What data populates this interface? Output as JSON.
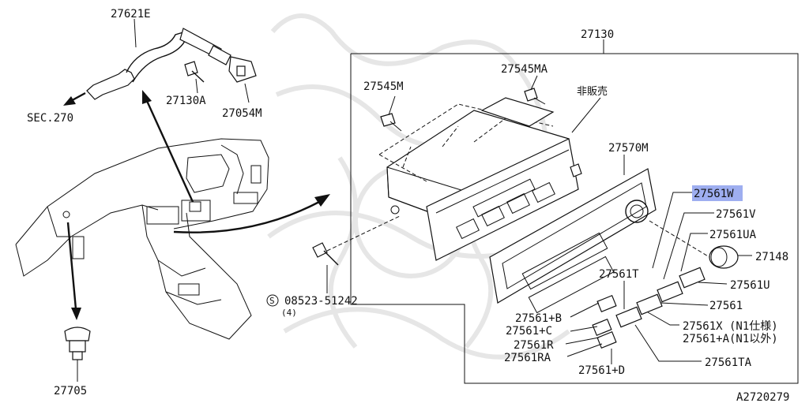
{
  "callouts": {
    "c27621E": "27621E",
    "c27130A": "27130A",
    "c27054M": "27054M",
    "sec270": "SEC.270",
    "c27130": "27130",
    "c27545MA": "27545MA",
    "c27545M": "27545M",
    "not_for_sale": "非販売",
    "c27570M": "27570M",
    "c27561W_num": "27561",
    "c27561W_suffix": "W",
    "c27561V": "27561V",
    "c27561UA": "27561UA",
    "c27148": "27148",
    "c27561U": "27561U",
    "c27561": "27561",
    "c27561X": "27561X (N1仕様)",
    "c27561A": "27561+A(N1以外)",
    "c27561T": "27561T",
    "c27561TA": "27561TA",
    "c27561B": "27561+B",
    "c27561C": "27561+C",
    "c27561R": "27561R",
    "c27561RA": "27561RA",
    "c27561D": "27561+D",
    "screw_symbol": "S",
    "screw_code": "08523-51242",
    "screw_qty": "(4)",
    "c27705": "27705",
    "figure_id": "A2720279"
  },
  "highlight": {
    "color": "#9eaef0",
    "target": "27561W"
  },
  "colors": {
    "line": "#111111",
    "watermark": "#e6e6e6",
    "background": "#ffffff"
  }
}
